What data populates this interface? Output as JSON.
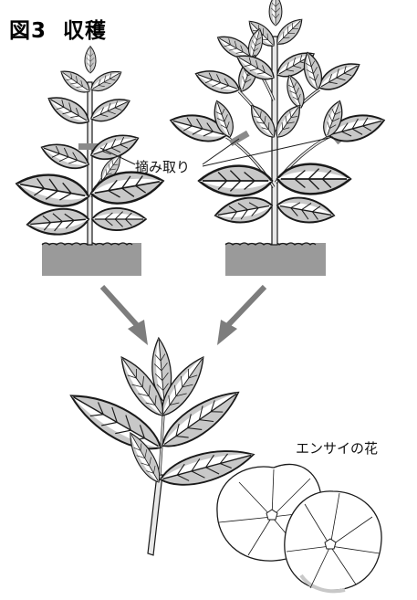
{
  "figure": {
    "number_label": "図3",
    "title": "収穫"
  },
  "labels": {
    "pluck": "摘み取り",
    "flower": "エンサイの花"
  },
  "colors": {
    "soil": "#9a9a9a",
    "leaf_shade": "#c8c8c8",
    "leaf_fill": "#ffffff",
    "stem": "#e8e8e8",
    "arrow": "#7d7d7d",
    "outline": "#1a1a1a"
  }
}
